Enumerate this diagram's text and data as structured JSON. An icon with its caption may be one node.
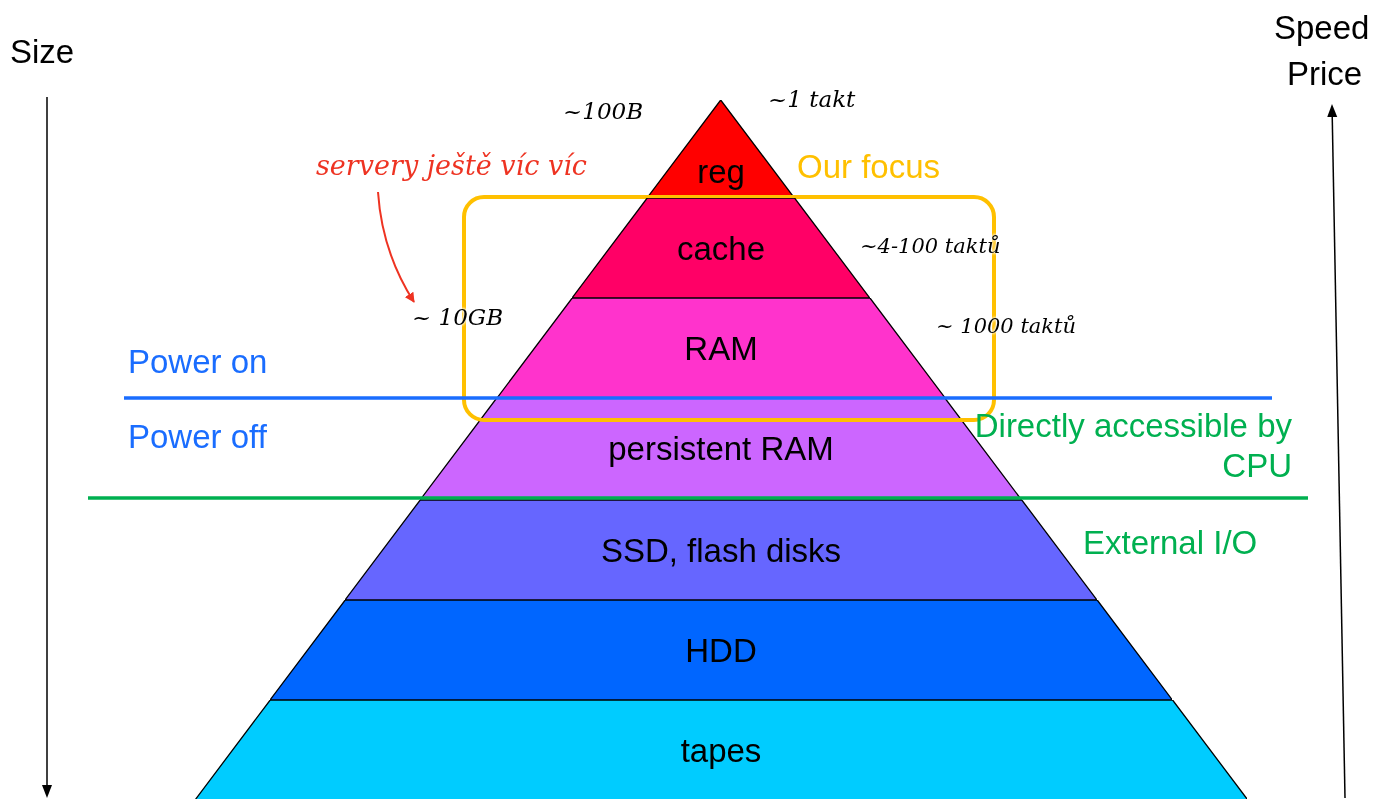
{
  "diagram": {
    "nodes": [
      {
        "text": [
          "reg"
        ]
      },
      {
        "text": [
          "Our focus"
        ]
      },
      {
        "text": [
          "cache"
        ],
        "in": 1
      },
      {
        "text": [
          "RAM"
        ],
        "in": 1
      },
      {
        "text": [
          "persistent RAM"
        ]
      },
      {
        "text": [
          "SSD, flash disks"
        ]
      },
      {
        "text": [
          "HDD"
        ]
      },
      {
        "text": [
          "tapes"
        ]
      },
      {
        "text": [
          "servery ještě víc víc"
        ]
      },
      {
        "text": [
          "~ 10GB"
        ]
      }
    ],
    "edges": [
      {
        "from": 8,
        "to": 9,
        "arrow": "to"
      }
    ],
    "labels": [
      "Size",
      "Speed",
      "Price",
      "~100B",
      "~1 takt",
      "~4-100 taktů",
      "~ 1000 taktů",
      "Power on",
      "Power off",
      "Directly accessible by CPU",
      "External I/O"
    ]
  }
}
